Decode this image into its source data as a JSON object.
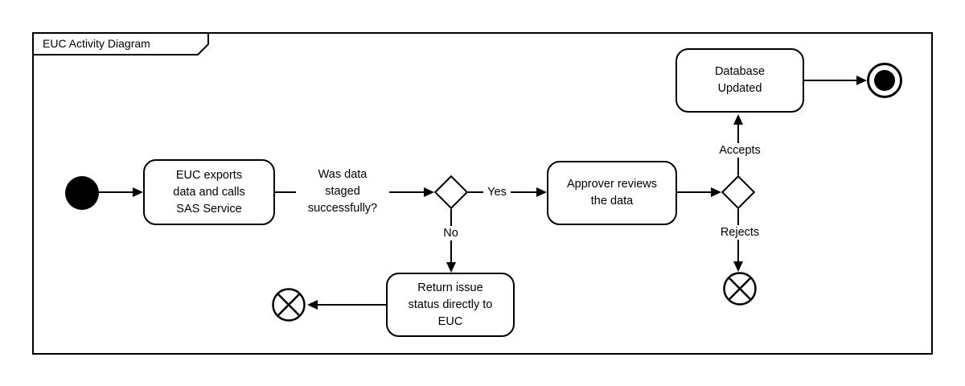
{
  "diagram": {
    "title": "EUC Activity Diagram",
    "tasks": {
      "euc_exports": "EUC exports\ndata and calls\nSAS Service",
      "approver_reviews": "Approver reviews\nthe data",
      "return_issue": "Return issue\nstatus directly to\nEUC",
      "database_updated": "Database\nUpdated"
    },
    "gateway_question": "Was data\nstaged\nsuccessfully?",
    "edge_labels": {
      "yes": "Yes",
      "no": "No",
      "accepts": "Accepts",
      "rejects": "Rejects"
    },
    "colors": {
      "stroke": "#000000",
      "fill": "#ffffff"
    }
  }
}
